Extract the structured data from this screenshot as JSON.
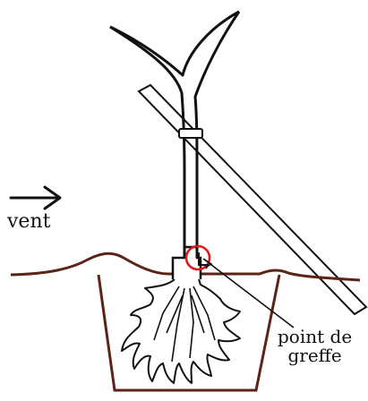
{
  "labels": {
    "wind": "vent",
    "graft_point_line1": "point de",
    "graft_point_line2": "greffe"
  },
  "colors": {
    "outline": "#111111",
    "soil": "#5b2418",
    "graft_marker": "#e01818",
    "background": "#ffffff"
  },
  "icons": {
    "wind_direction": "arrow-right-icon"
  }
}
